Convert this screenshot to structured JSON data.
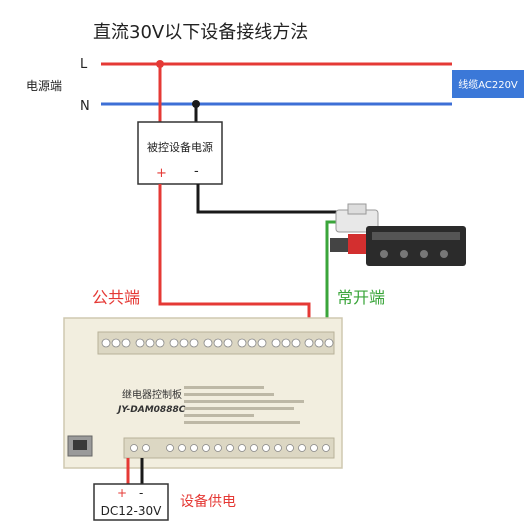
{
  "title": "直流30V以下设备接线方法",
  "power_side_label": "电源端",
  "line_L": "L",
  "line_N": "N",
  "cable_label": "线缆AC220V",
  "device_power_label": "被控设备电源",
  "device_plus": "+",
  "device_minus": "-",
  "common_label": "公共端",
  "normally_open_label": "常开端",
  "board": {
    "name": "继电器控制板",
    "model": "JY-DAM0888C"
  },
  "supply": {
    "plus": "+",
    "minus": "-",
    "voltage": "DC12-30V",
    "label": "设备供电"
  },
  "colors": {
    "red": "#e53935",
    "blue": "#3d6fd6",
    "green": "#3aa53a",
    "black": "#1a1a1a",
    "cable_box": "#3b78d8"
  }
}
